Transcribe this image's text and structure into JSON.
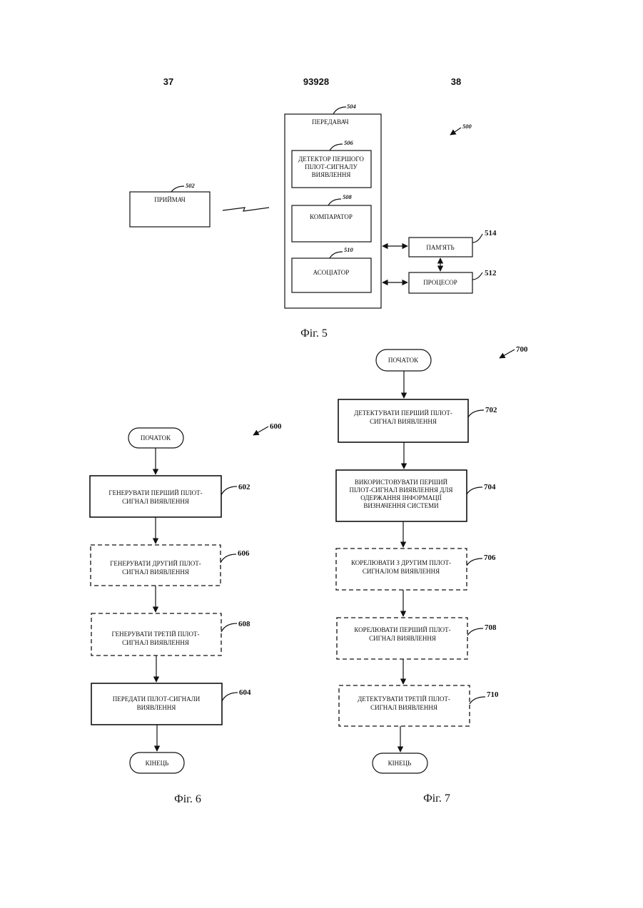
{
  "header": {
    "left_page": "37",
    "patent_number": "93928",
    "right_page": "38"
  },
  "fig5": {
    "label": "Фіг. 5",
    "ref_500": "500",
    "receiver": {
      "ref": "502",
      "label": "ПРИЙМАЧ"
    },
    "transmitter": {
      "ref": "504",
      "label": "ПЕРЕДАВАЧ",
      "detector": {
        "ref": "506",
        "lines": [
          "ДЕТЕКТОР ПЕРШОГО",
          "ПІЛОТ-СИГНАЛУ",
          "ВИЯВЛЕННЯ"
        ]
      },
      "comparator": {
        "ref": "508",
        "label": "КОМПАРАТОР"
      },
      "associator": {
        "ref": "510",
        "label": "АСОЦІАТОР"
      }
    },
    "memory": {
      "ref": "514",
      "label": "ПАМ'ЯТЬ"
    },
    "processor": {
      "ref": "512",
      "label": "ПРОЦЕСОР"
    }
  },
  "fig6": {
    "label": "Фіг. 6",
    "ref_600": "600",
    "start": "ПОЧАТОК",
    "end": "КІНЕЦЬ",
    "steps": [
      {
        "ref": "602",
        "lines": [
          "ГЕНЕРУВАТИ ПЕРШИЙ ПІЛОТ-",
          "СИГНАЛ ВИЯВЛЕННЯ"
        ]
      },
      {
        "ref": "606",
        "lines": [
          "ГЕНЕРУВАТИ ДРУГИЙ ПІЛОТ-",
          "СИГНАЛ ВИЯВЛЕННЯ"
        ]
      },
      {
        "ref": "608",
        "lines": [
          "ГЕНЕРУВАТИ ТРЕТІЙ ПІЛОТ-",
          "СИГНАЛ ВИЯВЛЕННЯ"
        ]
      },
      {
        "ref": "604",
        "lines": [
          "ПЕРЕДАТИ ПІЛОТ-СИГНАЛИ",
          "ВИЯВЛЕННЯ"
        ]
      }
    ]
  },
  "fig7": {
    "label": "Фіг. 7",
    "ref_700": "700",
    "start": "ПОЧАТОК",
    "end": "КІНЕЦЬ",
    "steps": [
      {
        "ref": "702",
        "lines": [
          "ДЕТЕКТУВАТИ ПЕРШИЙ ПІЛОТ-",
          "СИГНАЛ ВИЯВЛЕННЯ"
        ]
      },
      {
        "ref": "704",
        "lines": [
          "ВИКОРИСТОВУВАТИ ПЕРШИЙ",
          "ПІЛОТ-СИГНАЛ ВИЯВЛЕННЯ ДЛЯ",
          "ОДЕРЖАННЯ ІНФОРМАЦІЇ",
          "ВИЗНАЧЕННЯ СИСТЕМИ"
        ]
      },
      {
        "ref": "706",
        "lines": [
          "КОРЕЛЮВАТИ З ДРУГИМ ПІЛОТ-",
          "СИГНАЛОМ ВИЯВЛЕННЯ"
        ]
      },
      {
        "ref": "708",
        "lines": [
          "КОРЕЛЮВАТИ ПЕРШИЙ ПІЛОТ-",
          "СИГНАЛ ВИЯВЛЕННЯ"
        ]
      },
      {
        "ref": "710",
        "lines": [
          "ДЕТЕКТУВАТИ ТРЕТІЙ ПІЛОТ-",
          "СИГНАЛ ВИЯВЛЕННЯ"
        ]
      }
    ]
  }
}
